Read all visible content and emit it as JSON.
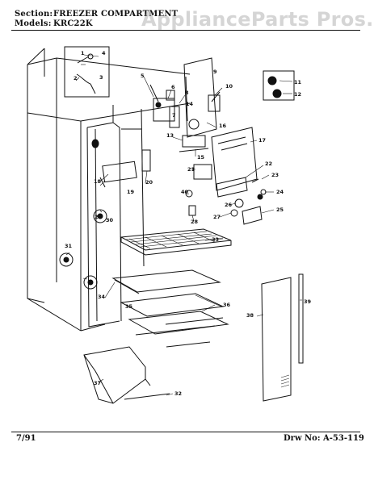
{
  "header": {
    "section_key": "Section:",
    "section_value": "FREEZER COMPARTMENT",
    "models_key": "Models:",
    "models_value": "KRC22K"
  },
  "watermark": "ApplianceParts Pros.com",
  "callout_labels": [
    "1",
    "2",
    "3",
    "4",
    "5",
    "6",
    "7",
    "8",
    "9",
    "10",
    "11",
    "12",
    "13",
    "14",
    "15",
    "16",
    "17",
    "18",
    "19",
    "20",
    "21",
    "22",
    "23",
    "24",
    "25",
    "26",
    "27",
    "28",
    "29",
    "30",
    "31",
    "33",
    "34",
    "35",
    "36",
    "37",
    "38",
    "39",
    "40",
    "32"
  ],
  "footer": {
    "date": "7/91",
    "drawing_number": "Drw No: A-53-119"
  }
}
